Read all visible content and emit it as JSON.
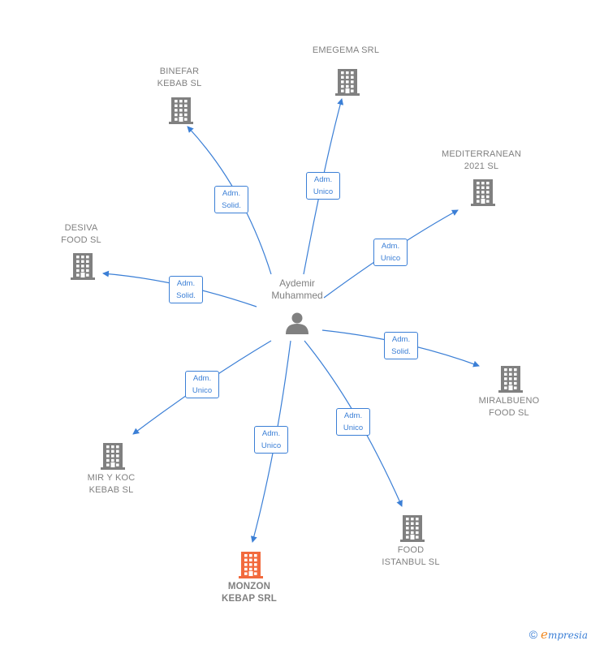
{
  "center": {
    "name": "Aydemir\nMuhammed"
  },
  "companies": [
    {
      "id": "binefar",
      "name": "BINEFAR\nKEBAB  SL",
      "highlight": false
    },
    {
      "id": "emegema",
      "name": "EMEGEMA SRL",
      "highlight": false
    },
    {
      "id": "mediterranean",
      "name": "MEDITERRANEAN\n2021  SL",
      "highlight": false
    },
    {
      "id": "desiva",
      "name": "DESIVA\nFOOD  SL",
      "highlight": false
    },
    {
      "id": "miralbueno",
      "name": "MIRALBUENO\nFOOD  SL",
      "highlight": false
    },
    {
      "id": "mirykoc",
      "name": "MIR Y KOC\nKEBAB  SL",
      "highlight": false
    },
    {
      "id": "monzon",
      "name": "MONZON\nKEBAP SRL",
      "highlight": true
    },
    {
      "id": "food_istanbul",
      "name": "FOOD\nISTANBUL  SL",
      "highlight": false
    }
  ],
  "relations": [
    {
      "to": "binefar",
      "label": "Adm.\nSolid."
    },
    {
      "to": "emegema",
      "label": "Adm.\nUnico"
    },
    {
      "to": "mediterranean",
      "label": "Adm.\nUnico"
    },
    {
      "to": "desiva",
      "label": "Adm.\nSolid."
    },
    {
      "to": "miralbueno",
      "label": "Adm.\nSolid."
    },
    {
      "to": "mirykoc",
      "label": "Adm.\nUnico"
    },
    {
      "to": "monzon",
      "label": "Adm.\nUnico"
    },
    {
      "to": "food_istanbul",
      "label": "Adm.\nUnico"
    }
  ],
  "colors": {
    "edge": "#3b7fd6",
    "node": "#808080",
    "highlight": "#f26a3d"
  },
  "icons": {
    "company": "building-icon",
    "person": "person-icon"
  },
  "footer": {
    "copyright_symbol": "©",
    "brand_initial": "e",
    "brand_rest": "mpresia"
  }
}
